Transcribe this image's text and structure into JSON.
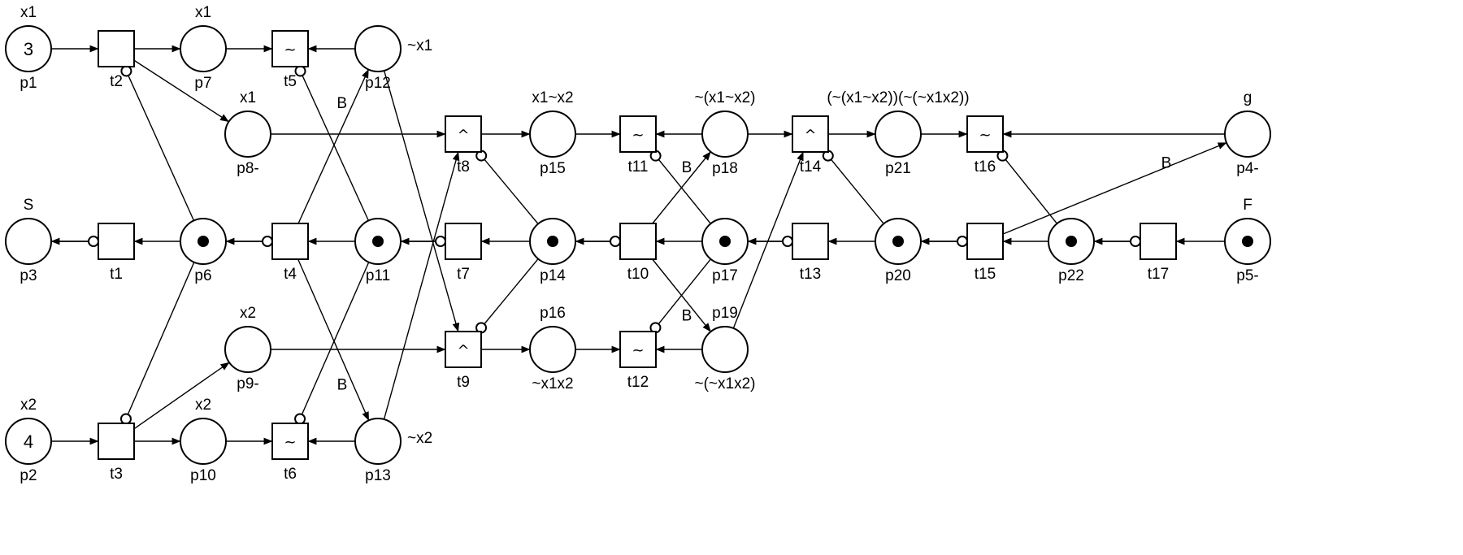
{
  "places": [
    {
      "id": "p1",
      "name": "p1",
      "above": "x1",
      "marking": "3"
    },
    {
      "id": "p2",
      "name": "p2",
      "above": "x2",
      "marking": "4"
    },
    {
      "id": "p3",
      "name": "p3",
      "above": "S"
    },
    {
      "id": "p4",
      "name": "p4-",
      "above": "g"
    },
    {
      "id": "p5",
      "name": "p5-",
      "above": "F",
      "token": true
    },
    {
      "id": "p6",
      "name": "p6",
      "token": true
    },
    {
      "id": "p7",
      "name": "p7",
      "above": "x1"
    },
    {
      "id": "p8",
      "name": "p8-",
      "above": "x1"
    },
    {
      "id": "p9",
      "name": "p9-",
      "above": "x2"
    },
    {
      "id": "p10",
      "name": "p10",
      "above": "x2"
    },
    {
      "id": "p11",
      "name": "p11",
      "token": true
    },
    {
      "id": "p12",
      "name": "p12",
      "right": "~x1"
    },
    {
      "id": "p13",
      "name": "p13",
      "right": "~x2"
    },
    {
      "id": "p14",
      "name": "p14",
      "token": true
    },
    {
      "id": "p15",
      "name": "p15",
      "above": "x1~x2"
    },
    {
      "id": "p16",
      "name": "~x1x2",
      "above": "p16"
    },
    {
      "id": "p17",
      "name": "p17",
      "token": true
    },
    {
      "id": "p18",
      "name": "p18",
      "above": "~(x1~x2)"
    },
    {
      "id": "p19",
      "name": "~(~x1x2)",
      "above": "p19"
    },
    {
      "id": "p20",
      "name": "p20",
      "token": true
    },
    {
      "id": "p21",
      "name": "p21",
      "above": "(~(x1~x2))(~(~x1x2))"
    },
    {
      "id": "p22",
      "name": "p22",
      "token": true
    }
  ],
  "transitions": [
    {
      "id": "t1",
      "name": "t1",
      "symbol": ""
    },
    {
      "id": "t2",
      "name": "t2",
      "symbol": ""
    },
    {
      "id": "t3",
      "name": "t3",
      "symbol": ""
    },
    {
      "id": "t4",
      "name": "t4",
      "symbol": ""
    },
    {
      "id": "t5",
      "name": "t5",
      "symbol": "~"
    },
    {
      "id": "t6",
      "name": "t6",
      "symbol": "~"
    },
    {
      "id": "t7",
      "name": "t7",
      "symbol": ""
    },
    {
      "id": "t8",
      "name": "t8",
      "symbol": "^"
    },
    {
      "id": "t9",
      "name": "t9",
      "symbol": "^"
    },
    {
      "id": "t10",
      "name": "t10",
      "symbol": ""
    },
    {
      "id": "t11",
      "name": "t11",
      "symbol": "~"
    },
    {
      "id": "t12",
      "name": "t12",
      "symbol": "~"
    },
    {
      "id": "t13",
      "name": "t13",
      "symbol": ""
    },
    {
      "id": "t14",
      "name": "t14",
      "symbol": "^"
    },
    {
      "id": "t15",
      "name": "t15",
      "symbol": ""
    },
    {
      "id": "t16",
      "name": "t16",
      "symbol": "~"
    },
    {
      "id": "t17",
      "name": "t17",
      "symbol": ""
    }
  ],
  "arcs": [
    {
      "from": "p1",
      "to": "t2"
    },
    {
      "from": "t2",
      "to": "p7"
    },
    {
      "from": "t2",
      "to": "p8"
    },
    {
      "from": "p7",
      "to": "t5"
    },
    {
      "from": "p12",
      "to": "t5"
    },
    {
      "from": "p2",
      "to": "t3"
    },
    {
      "from": "t3",
      "to": "p10"
    },
    {
      "from": "t3",
      "to": "p9"
    },
    {
      "from": "p10",
      "to": "t6"
    },
    {
      "from": "p13",
      "to": "t6"
    },
    {
      "from": "t1",
      "to": "p3"
    },
    {
      "from": "p6",
      "to": "t1"
    },
    {
      "from": "t4",
      "to": "p6"
    },
    {
      "from": "p11",
      "to": "t4"
    },
    {
      "from": "t7",
      "to": "p11"
    },
    {
      "from": "p14",
      "to": "t7"
    },
    {
      "from": "t10",
      "to": "p14"
    },
    {
      "from": "p17",
      "to": "t10"
    },
    {
      "from": "t13",
      "to": "p17"
    },
    {
      "from": "p20",
      "to": "t13"
    },
    {
      "from": "t15",
      "to": "p20"
    },
    {
      "from": "p22",
      "to": "t15"
    },
    {
      "from": "t17",
      "to": "p22"
    },
    {
      "from": "p5",
      "to": "t17"
    },
    {
      "from": "t4",
      "to": "p12",
      "label": "B"
    },
    {
      "from": "t4",
      "to": "p13",
      "label": "B"
    },
    {
      "from": "p12",
      "to": "t9"
    },
    {
      "from": "p13",
      "to": "t8"
    },
    {
      "from": "p8",
      "to": "t8"
    },
    {
      "from": "t8",
      "to": "p15"
    },
    {
      "from": "p9",
      "to": "t9"
    },
    {
      "from": "t9",
      "to": "p16"
    },
    {
      "from": "p15",
      "to": "t11"
    },
    {
      "from": "p18",
      "to": "t11"
    },
    {
      "from": "p16",
      "to": "t12"
    },
    {
      "from": "p19",
      "to": "t12"
    },
    {
      "from": "t10",
      "to": "p18",
      "label": "B"
    },
    {
      "from": "t10",
      "to": "p19",
      "label": "B"
    },
    {
      "from": "p18",
      "to": "t14"
    },
    {
      "from": "p19",
      "to": "t14"
    },
    {
      "from": "t14",
      "to": "p21"
    },
    {
      "from": "p21",
      "to": "t16"
    },
    {
      "from": "p4",
      "to": "t16"
    },
    {
      "from": "t15",
      "to": "p4",
      "label": "B"
    }
  ],
  "inhibitors": [
    {
      "from": "p6",
      "to": "t2"
    },
    {
      "from": "p6",
      "to": "t3"
    },
    {
      "from": "p11",
      "to": "t5"
    },
    {
      "from": "p11",
      "to": "t6"
    },
    {
      "from": "p14",
      "to": "t8"
    },
    {
      "from": "p14",
      "to": "t9"
    },
    {
      "from": "p17",
      "to": "t11"
    },
    {
      "from": "p17",
      "to": "t12"
    },
    {
      "from": "p20",
      "to": "t14"
    },
    {
      "from": "p22",
      "to": "t16"
    },
    {
      "from": "p3",
      "to": "t1"
    },
    {
      "from": "p6",
      "to": "t4"
    },
    {
      "from": "p11",
      "to": "t7"
    },
    {
      "from": "p14",
      "to": "t10"
    },
    {
      "from": "p17",
      "to": "t13"
    },
    {
      "from": "p20",
      "to": "t15"
    },
    {
      "from": "p22",
      "to": "t17"
    }
  ]
}
